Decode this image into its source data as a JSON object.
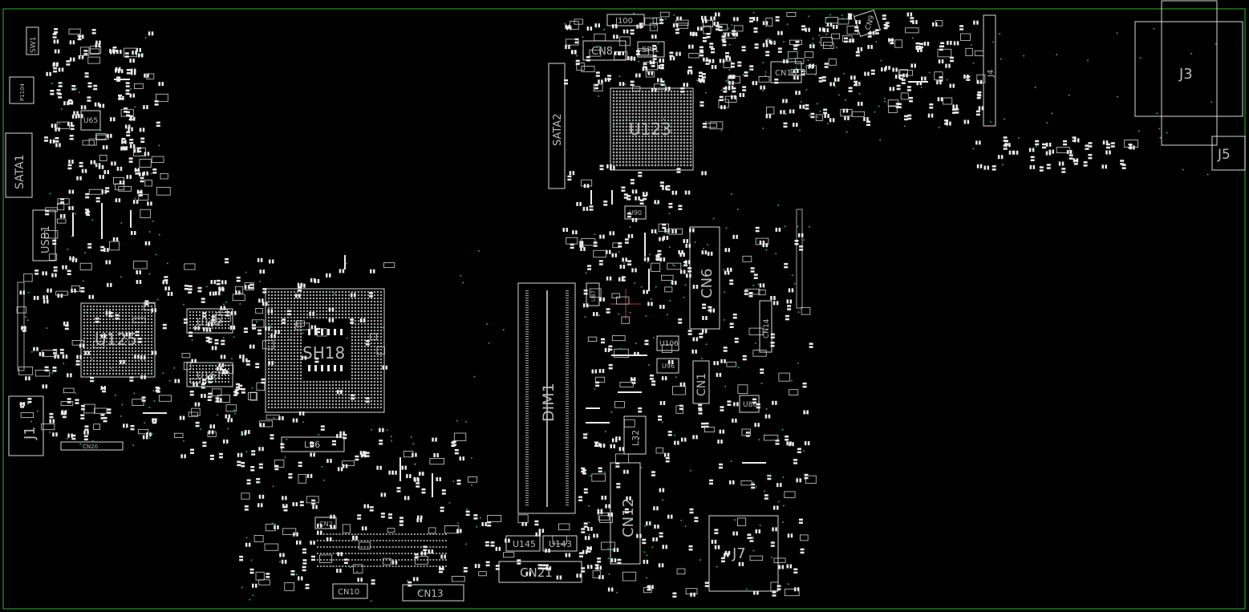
{
  "colors": {
    "background": "#000000",
    "border": "#1b7a1b",
    "outline": "#d9d9d9",
    "label": "#b8b8b8",
    "via": "#1ea68c",
    "marker": "#c0304a"
  },
  "labels": {
    "sw1": "SW1",
    "p1104": "P1104",
    "sata1": "SATA1",
    "usb1": "USB1",
    "j1": "J1",
    "u125": "U125",
    "u162": "U162",
    "u161": "U161",
    "sh18": "SH18",
    "l96": "L96",
    "cn20": "CN20",
    "cn2": "CN2",
    "cn10": "CN10",
    "cn13": "CN13",
    "sata2": "SATA2",
    "j100": "J100",
    "cn8": "CN8",
    "spi1": "SPI1",
    "u123": "U123",
    "u90": "U90",
    "dim1": "DIM1",
    "cn6": "CN6",
    "cn14": "CN14",
    "cn1": "CN1",
    "u106": "U106",
    "u96": "U96",
    "u87": "U87",
    "l32": "L32",
    "cn12": "CN12",
    "u145": "U145",
    "u143": "U143",
    "cn21": "CN21",
    "j7": "J7",
    "cn16": "CN16",
    "j4": "J4",
    "cn9": "CN9",
    "j3": "J3",
    "j5": "J5",
    "u86": "U86",
    "u65": "U65"
  }
}
